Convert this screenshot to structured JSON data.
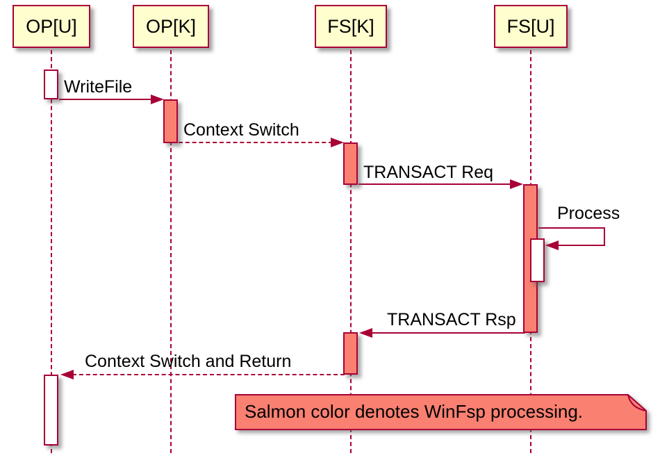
{
  "colors": {
    "border": "#A80036",
    "salmon": "#FA8072",
    "participant-fill": "#FEFECE",
    "text": "#000000"
  },
  "participants": [
    {
      "label": "OP[U]"
    },
    {
      "label": "OP[K]"
    },
    {
      "label": "FS[K]"
    },
    {
      "label": "FS[U]"
    }
  ],
  "messages": [
    {
      "label": "WriteFile",
      "from": "OP[U]",
      "to": "OP[K]",
      "line": "solid"
    },
    {
      "label": "Context Switch",
      "from": "OP[K]",
      "to": "FS[K]",
      "line": "dashed"
    },
    {
      "label": "TRANSACT Req",
      "from": "FS[K]",
      "to": "FS[U]",
      "line": "solid"
    },
    {
      "label": "Process",
      "from": "FS[U]",
      "to": "FS[U]",
      "line": "solid-self"
    },
    {
      "label": "TRANSACT Rsp",
      "from": "FS[U]",
      "to": "FS[K]",
      "line": "solid"
    },
    {
      "label": "Context Switch and Return",
      "from": "FS[K]",
      "to": "OP[U]",
      "line": "dashed"
    }
  ],
  "note": {
    "text": "Salmon color denotes WinFsp processing."
  }
}
